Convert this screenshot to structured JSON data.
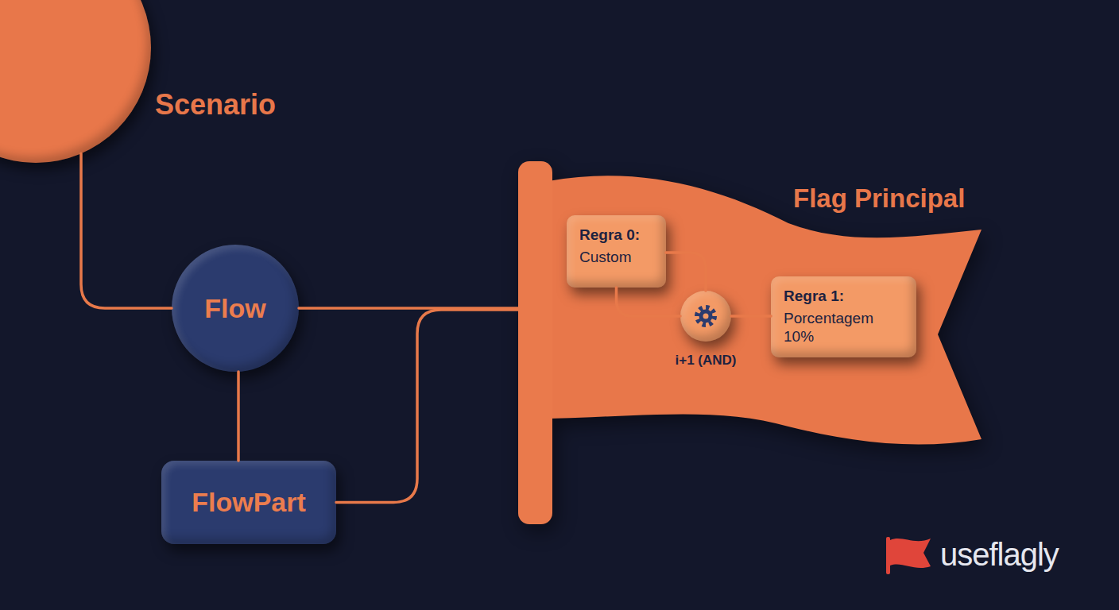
{
  "diagram": {
    "nodes": [
      {
        "text": [
          "Scenario"
        ]
      },
      {
        "text": [
          "Flow"
        ]
      },
      {
        "text": [
          "FlowPart"
        ]
      },
      {
        "text": [
          "Flag Principal"
        ]
      },
      {
        "text": [
          "Regra 0:",
          "Custom"
        ],
        "in": 3
      },
      {
        "text": [
          "i+1 (AND)"
        ],
        "in": 3
      },
      {
        "text": [
          "Regra 1:",
          "Porcentagem 10%"
        ],
        "in": 3
      }
    ],
    "edges": [
      {
        "from": 0,
        "to": 1,
        "arrow": "none"
      },
      {
        "from": 1,
        "to": 3,
        "arrow": "none"
      },
      {
        "from": 1,
        "to": 2,
        "arrow": "none"
      },
      {
        "from": 2,
        "to": 3,
        "arrow": "none"
      },
      {
        "from": 4,
        "to": 5,
        "arrow": "none"
      },
      {
        "from": 4,
        "to": 5,
        "arrow": "none"
      },
      {
        "from": 5,
        "to": 6,
        "arrow": "none"
      }
    ],
    "labels": [
      "useflagly"
    ]
  }
}
